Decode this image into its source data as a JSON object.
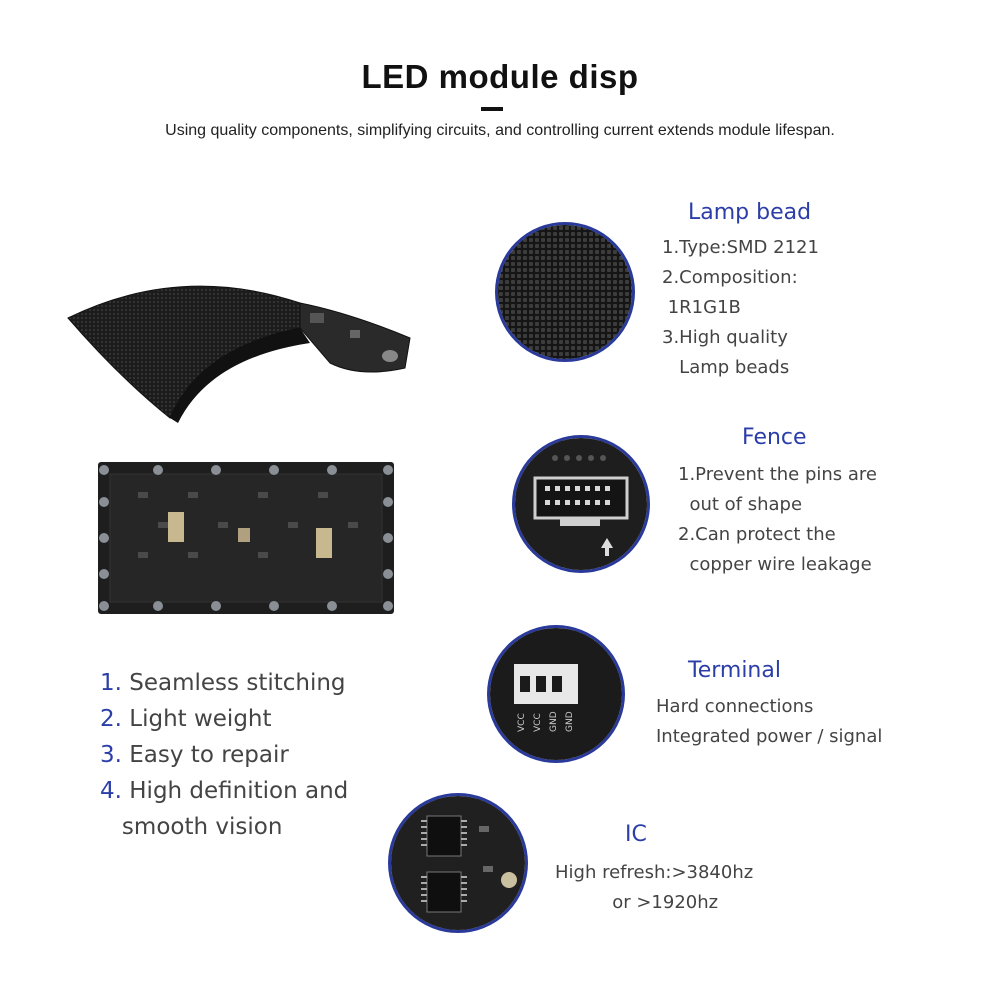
{
  "header": {
    "title": "LED module disp",
    "subtitle": "Using quality components, simplifying circuits, and controlling current extends module lifespan."
  },
  "colors": {
    "accent": "#2b3ea8",
    "text": "#444444",
    "circle_border": "#2a3a9a"
  },
  "features": [
    {
      "title": "Lamp bead",
      "lines": [
        "1.Type:SMD 2121",
        "2.Composition:",
        " 1R1G1B",
        "3.High quality",
        "   Lamp beads"
      ],
      "icon": "led-matrix-closeup"
    },
    {
      "title": "Fence",
      "lines": [
        "1.Prevent the pins are",
        "  out of shape",
        "2.Can protect the",
        "  copper wire leakage"
      ],
      "icon": "pin-header-connector"
    },
    {
      "title": "Terminal",
      "lines": [
        "Hard connections",
        "Integrated power / signal"
      ],
      "icon": "power-terminal"
    },
    {
      "title": "IC",
      "lines": [
        "High refresh:>3840hz",
        "          or >1920hz"
      ],
      "icon": "ic-chips"
    }
  ],
  "advantages": [
    {
      "num": "1.",
      "text": " Seamless stitching"
    },
    {
      "num": "2.",
      "text": " Light weight"
    },
    {
      "num": "3.",
      "text": " Easy to repair"
    },
    {
      "num": "4.",
      "text": " High definition and"
    },
    {
      "num": "",
      "text": "   smooth vision"
    }
  ],
  "terminal_labels": [
    "VCC",
    "VCC",
    "GND",
    "GND"
  ]
}
